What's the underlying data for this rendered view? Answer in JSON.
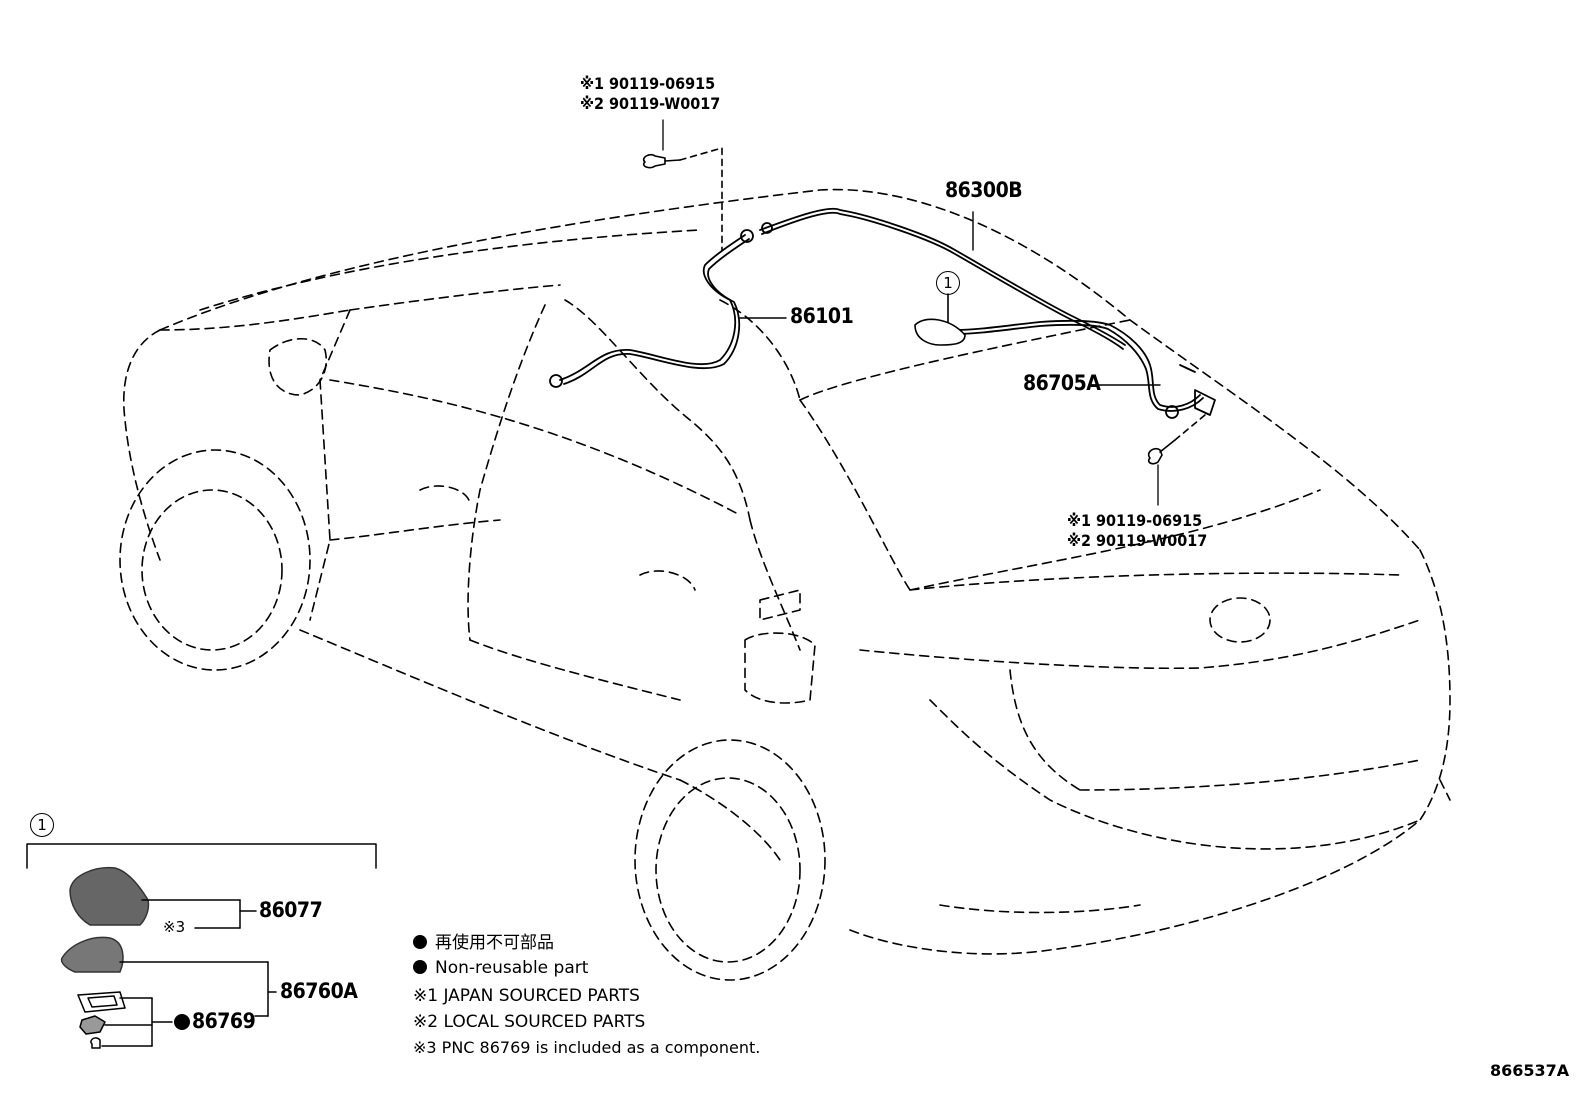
{
  "callouts": {
    "bolt_top": {
      "line1": "※1 90119-06915",
      "line2": "※2 90119-W0017"
    },
    "bolt_right": {
      "line1": "※1 90119-06915",
      "line2": "※2 90119-W0017"
    },
    "p86300B": "86300B",
    "p86101": "86101",
    "p86705A": "86705A",
    "p86077": "86077",
    "p86760A": "86760A",
    "p86769": "86769",
    "note3_marker": "※3",
    "ref_circle": "1"
  },
  "legend": {
    "non_reusable_jp": "再使用不可部品",
    "non_reusable_en": "Non-reusable part",
    "note1": "※1 JAPAN SOURCED PARTS",
    "note2": "※2 LOCAL SOURCED PARTS",
    "note3": "※3 PNC 86769 is included as a component."
  },
  "figure_ref": "866537A"
}
